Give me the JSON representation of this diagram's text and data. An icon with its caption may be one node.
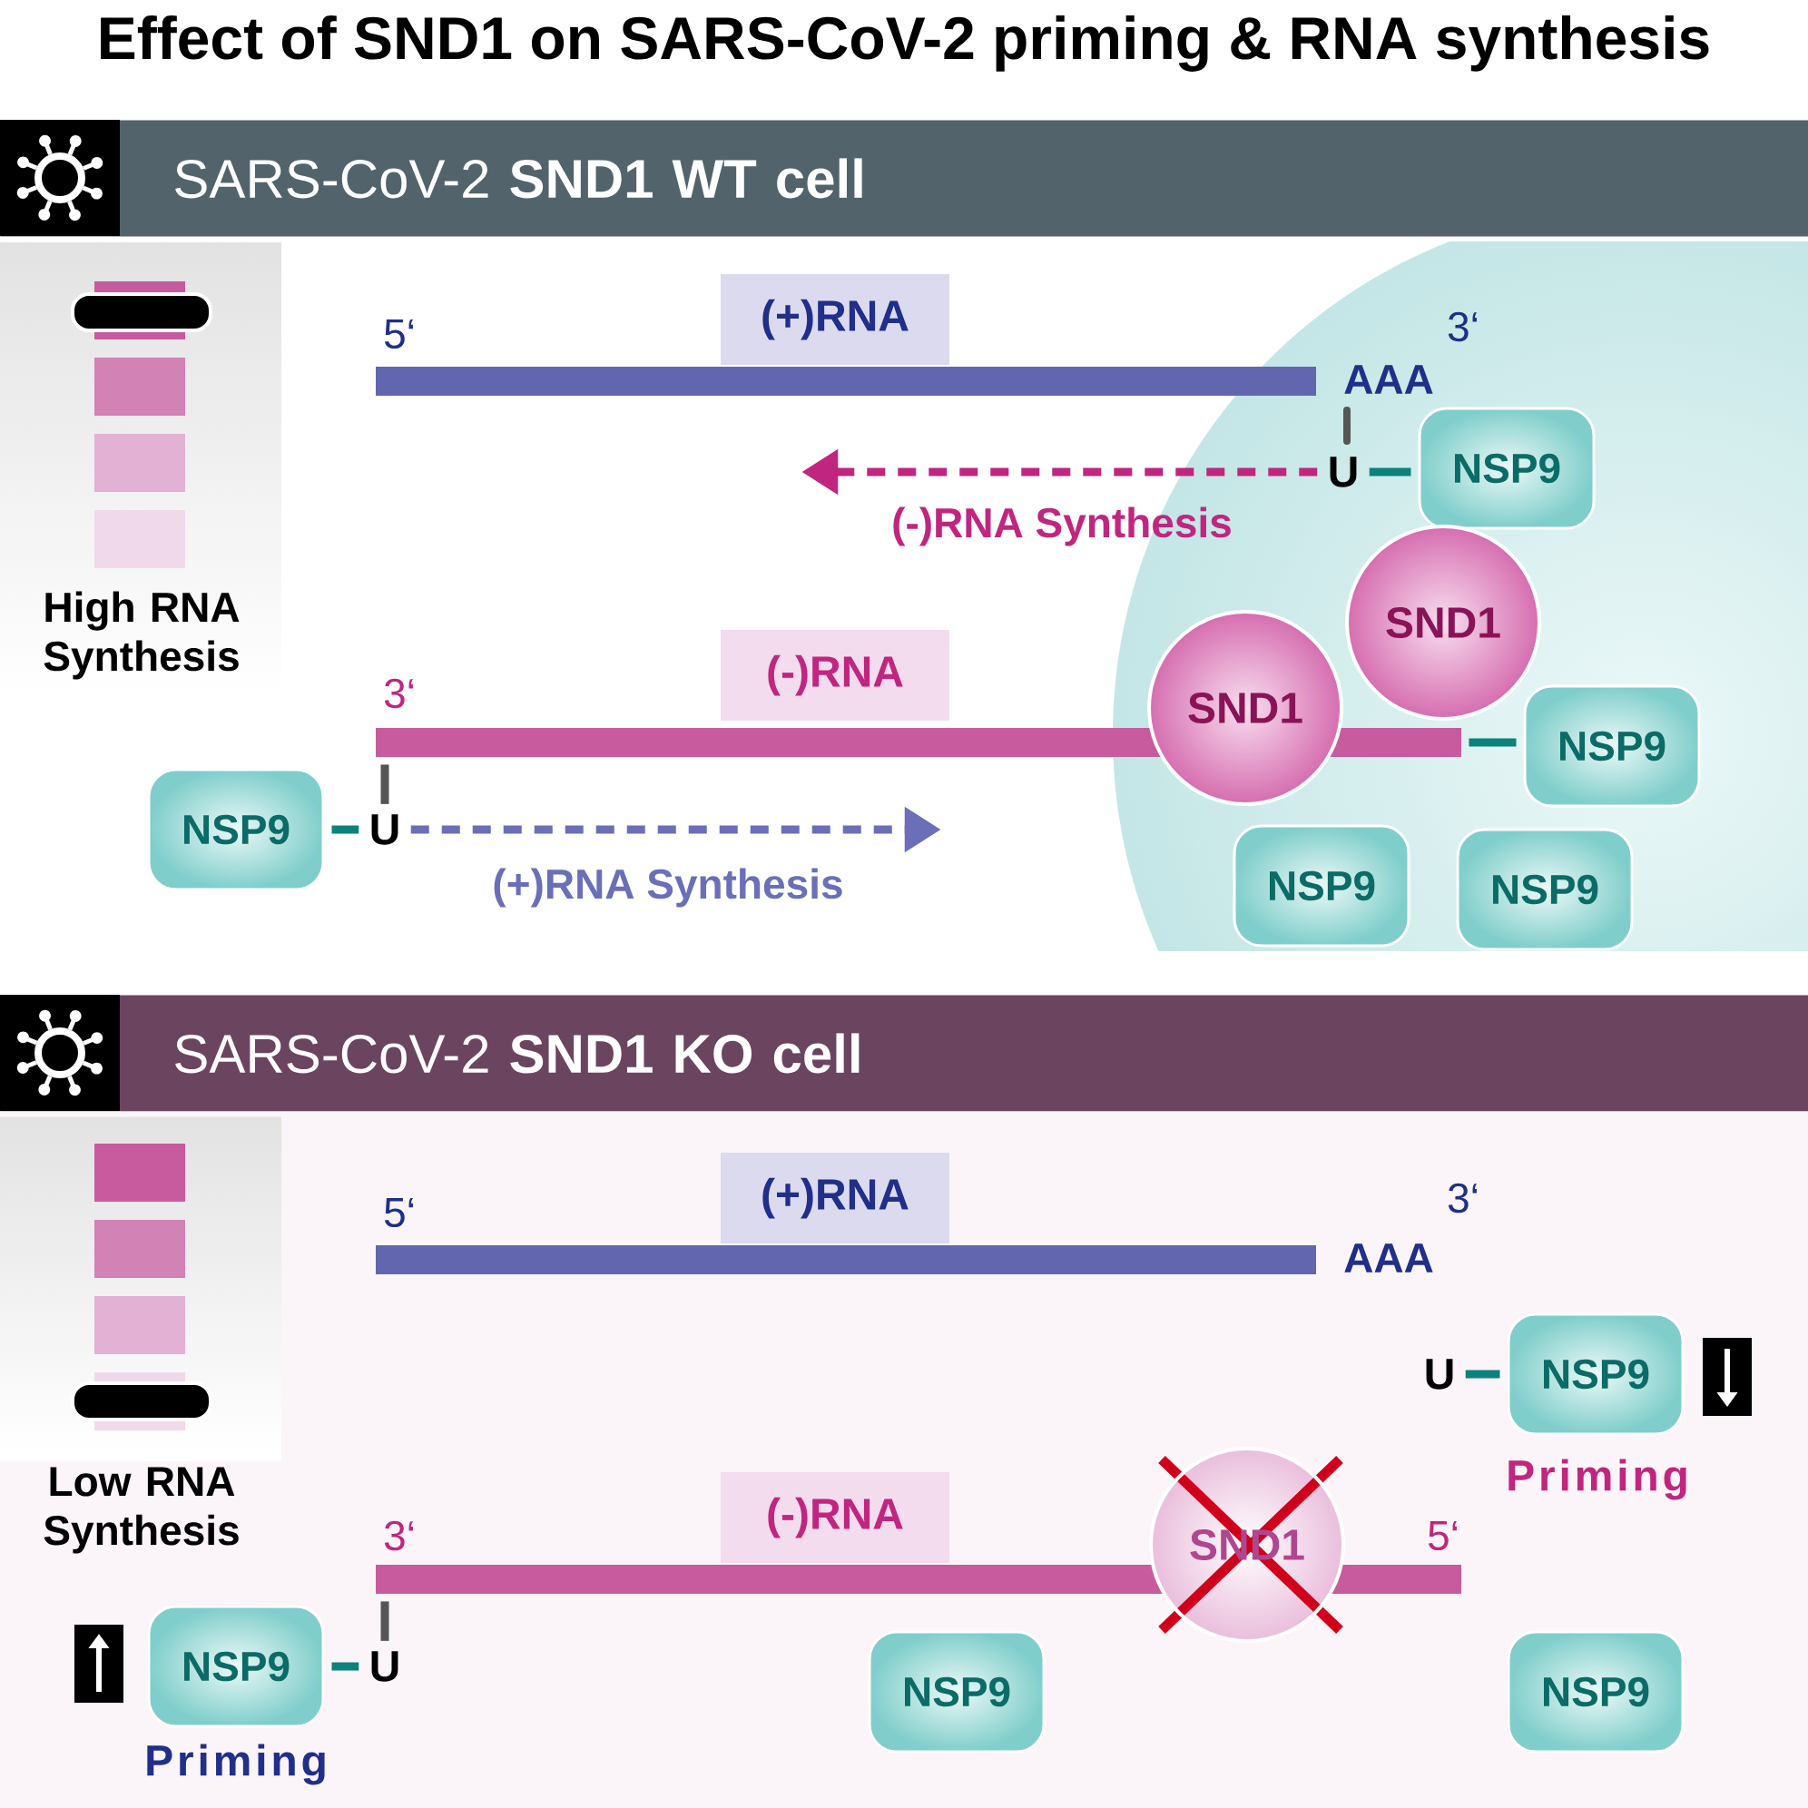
{
  "diagram": {
    "title": "Effect of SND1 on SARS-CoV-2 priming & RNA synthesis",
    "nodes": [
      {
        "text": [
          "SARS-CoV-2 **SND1 WT cell**"
        ]
      },
      {
        "text": [
          "(+)RNA"
        ]
      },
      {
        "text": [],
        "shape": "bar",
        "beside": [
          "5‘",
          "AAA",
          "3‘"
        ]
      },
      {
        "text": [
          "U"
        ]
      },
      {
        "text": [
          "NSP9"
        ]
      },
      {
        "text": [
          "SND1"
        ]
      },
      {
        "text": [
          "(-)RNA"
        ]
      },
      {
        "text": [],
        "shape": "bar",
        "beside": [
          "3‘"
        ]
      },
      {
        "text": [
          "SND1"
        ]
      },
      {
        "text": [
          "NSP9"
        ]
      },
      {
        "text": [
          "NSP9"
        ]
      },
      {
        "text": [
          "U"
        ]
      },
      {
        "text": [
          "NSP9"
        ]
      },
      {
        "text": [
          "NSP9"
        ]
      },
      {
        "text": [
          "SARS-CoV-2 **SND1 KO cell**"
        ]
      },
      {
        "text": [
          "(+)RNA"
        ]
      },
      {
        "text": [],
        "shape": "bar",
        "beside": [
          "5‘",
          "AAA",
          "3‘"
        ]
      },
      {
        "text": [
          "U"
        ]
      },
      {
        "text": [
          "NSP9"
        ],
        "beside": [
          "Priming"
        ]
      },
      {
        "text": [
          "(-)RNA"
        ]
      },
      {
        "text": [],
        "shape": "bar",
        "beside": [
          "3‘",
          "5‘"
        ]
      },
      {
        "text": [
          "SND1"
        ]
      },
      {
        "text": [
          "NSP9"
        ],
        "beside": [
          "Priming"
        ]
      },
      {
        "text": [
          "U"
        ]
      },
      {
        "text": [
          "NSP9"
        ]
      },
      {
        "text": [
          "NSP9"
        ]
      }
    ],
    "edges": [
      {
        "from": 3,
        "to": 4,
        "arrow": "none"
      },
      {
        "from": 3,
        "to": null,
        "arrow": "to",
        "label": "(-)RNA Synthesis",
        "style": "dashed",
        "color": "#c0267f"
      },
      {
        "from": 7,
        "to": 9,
        "arrow": "none"
      },
      {
        "from": 10,
        "to": 11,
        "arrow": "none"
      },
      {
        "from": 11,
        "to": 7,
        "arrow": "none",
        "color": "#555555"
      },
      {
        "from": 11,
        "to": null,
        "arrow": "to",
        "label": "(+)RNA Synthesis",
        "style": "dashed",
        "color": "#6a6fb8"
      },
      {
        "from": 17,
        "to": 18,
        "arrow": "none"
      },
      {
        "from": 22,
        "to": 23,
        "arrow": "none"
      },
      {
        "from": 23,
        "to": 20,
        "arrow": "none",
        "color": "#555555"
      }
    ],
    "labels": [
      "High RNA Synthesis",
      "Low RNA Synthesis"
    ]
  }
}
